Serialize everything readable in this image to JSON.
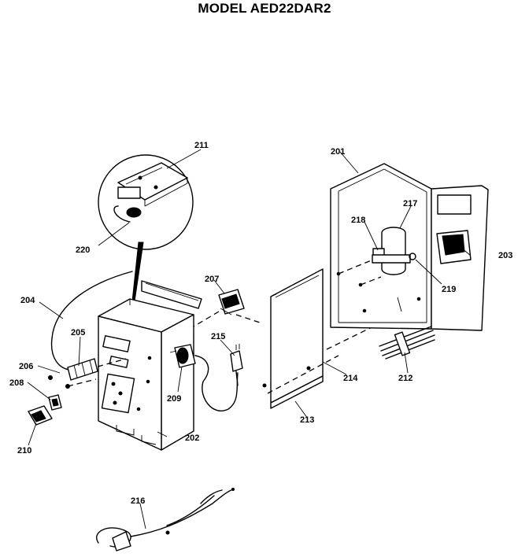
{
  "title": "MODEL AED22DAR2",
  "parts": [
    {
      "id": "201"
    },
    {
      "id": "202"
    },
    {
      "id": "203"
    },
    {
      "id": "204"
    },
    {
      "id": "205"
    },
    {
      "id": "206"
    },
    {
      "id": "207"
    },
    {
      "id": "208"
    },
    {
      "id": "209"
    },
    {
      "id": "210"
    },
    {
      "id": "211"
    },
    {
      "id": "212"
    },
    {
      "id": "213"
    },
    {
      "id": "214"
    },
    {
      "id": "215"
    },
    {
      "id": "216"
    },
    {
      "id": "217"
    },
    {
      "id": "218"
    },
    {
      "id": "219"
    },
    {
      "id": "220"
    }
  ]
}
